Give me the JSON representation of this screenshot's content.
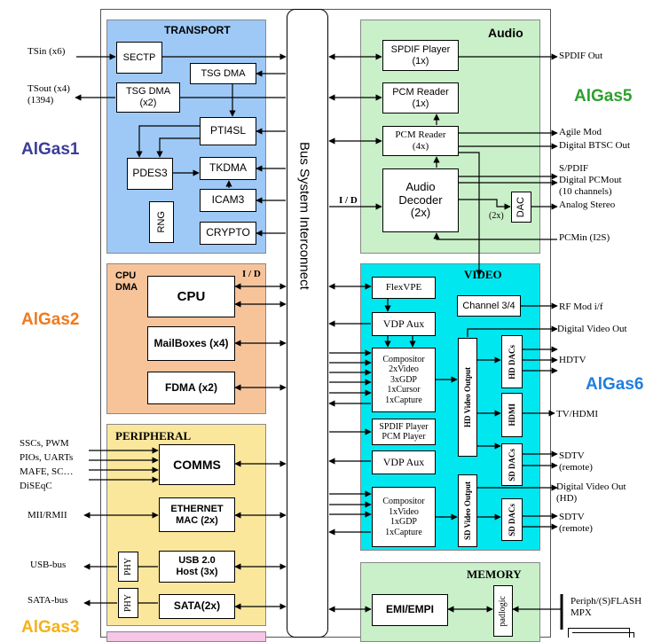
{
  "colors": {
    "transport": "#9ec9f7",
    "cpu": "#f7c49a",
    "peripheral": "#fbe79c",
    "audio": "#c9f0c9",
    "video": "#00e7ef",
    "memory": "#c9f0c9",
    "algas1": "#3b3c9a",
    "algas2": "#f07a1e",
    "algas3": "#f3b21a",
    "algas5": "#2ea02e",
    "algas6": "#1f7ee0"
  },
  "labels": {
    "algas1": "AlGas1",
    "algas2": "AlGas2",
    "algas3": "AlGas3",
    "algas5": "AlGas5",
    "algas6": "AlGas6",
    "bus": "Bus System Interconnect",
    "io_left": "I / D",
    "io_cpu": "I / D"
  },
  "transport": {
    "title": "TRANSPORT",
    "sectp": "SECTP",
    "tsg_dma": "TSG DMA",
    "tsg_dma2": "TSG DMA\n(x2)",
    "pti4sl": "PTI4SL",
    "pdes3": "PDES3",
    "tkdma": "TKDMA",
    "icam3": "ICAM3",
    "rng": "RNG",
    "crypto": "CRYPTO",
    "in_tsin": "TSin (x6)",
    "out_tsout": "TSout (x4)\n(1394)"
  },
  "cpu": {
    "title": "CPU\nDMA",
    "cpu": "CPU",
    "mailboxes": "MailBoxes (x4)",
    "fdma": "FDMA (x2)"
  },
  "peripheral": {
    "title": "PERIPHERAL",
    "comms": "COMMS",
    "eth": "ETHERNET\nMAC (2x)",
    "usb": "USB 2.0\nHost (3x)",
    "sata": "SATA(2x)",
    "phy1": "PHY",
    "phy2": "PHY",
    "in_sscs": "SSCs, PWM",
    "in_pios": "PIOs, UARTs",
    "in_mafe": "MAFE, SC…",
    "in_diseqc": "DiSEqC",
    "in_mii": "MII/RMII",
    "in_usb": "USB-bus",
    "in_sata": "SATA-bus"
  },
  "audio": {
    "title": "Audio",
    "spdif_player": "SPDIF Player\n(1x)",
    "pcm_reader1": "PCM Reader\n(1x)",
    "pcm_reader4": "PCM Reader\n(4x)",
    "decoder": "Audio\nDecoder\n(2x)",
    "dac": "DAC",
    "dac_mult": "(2x)",
    "out_spdif": "SPDIF Out",
    "out_agile": "Agile Mod",
    "out_btsc": "Digital BTSC Out",
    "out_spdif2": "S/PDIF",
    "out_pcm": "Digital PCMout",
    "out_10ch": "(10 channels)",
    "out_analog": "Analog Stereo",
    "in_pcm": "PCMin (I2S)"
  },
  "video": {
    "title": "VIDEO",
    "flexvpe": "FlexVPE",
    "vdp_aux1": "VDP Aux",
    "compositor_hd": "Compositor\n2xVideo\n3xGDP\n1xCursor\n1xCapture",
    "spdif_pcm": "SPDIF Player\nPCM Player",
    "vdp_aux2": "VDP Aux",
    "compositor_sd": "Compositor\n1xVideo\n1xGDP\n1xCapture",
    "channel34": "Channel 3/4",
    "hd_video_out": "HD Video Output",
    "sd_video_out": "SD Video Output",
    "hd_dacs": "HD DACs",
    "hdmi": "HDMI",
    "sd_dacs1": "SD DACs",
    "sd_dacs2": "SD DACs",
    "out_rf": "RF Mod i/f",
    "out_dvo": "Digital Video Out",
    "out_hdtv": "HDTV",
    "out_tvhdmi": "TV/HDMI",
    "out_sdtv1": "SDTV\n(remote)",
    "out_dvo_hd": "Digital Video Out\n(HD)",
    "out_sdtv2": "SDTV\n(remote)"
  },
  "memory": {
    "title": "MEMORY",
    "emi": "EMI/EMPI",
    "padlogic": "padlogic",
    "out_periph": "Periph/(S)FLASH\nMPX"
  }
}
